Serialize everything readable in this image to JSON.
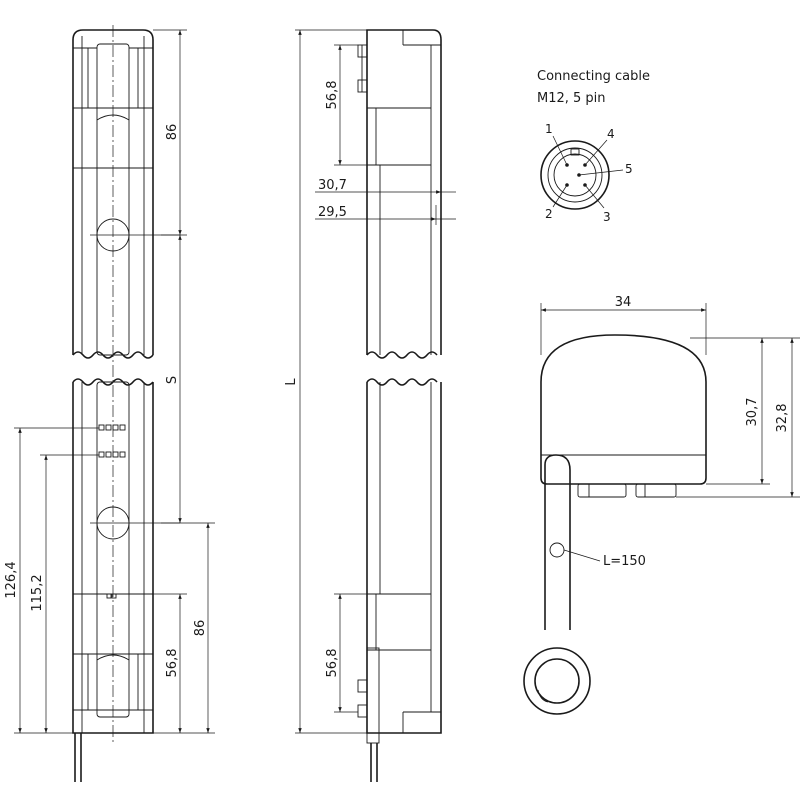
{
  "front_view": {
    "dims": {
      "top_86": "86",
      "s": "S",
      "bottom_86": "86",
      "bottom_56_8": "56,8",
      "d_126_4": "126,4",
      "d_115_2": "115,2"
    }
  },
  "side_view": {
    "dims": {
      "top_56_8": "56,8",
      "d_30_7": "30,7",
      "d_29_5": "29,5",
      "length": "L",
      "bottom_56_8": "56,8"
    }
  },
  "connector": {
    "title_line1": "Connecting cable",
    "title_line2": "M12, 5 pin",
    "pins": [
      "1",
      "2",
      "3",
      "4",
      "5"
    ]
  },
  "cross_section": {
    "dims": {
      "width_34": "34",
      "height_30_7": "30,7",
      "height_32_8": "32,8",
      "cable_length": "L=150"
    }
  }
}
